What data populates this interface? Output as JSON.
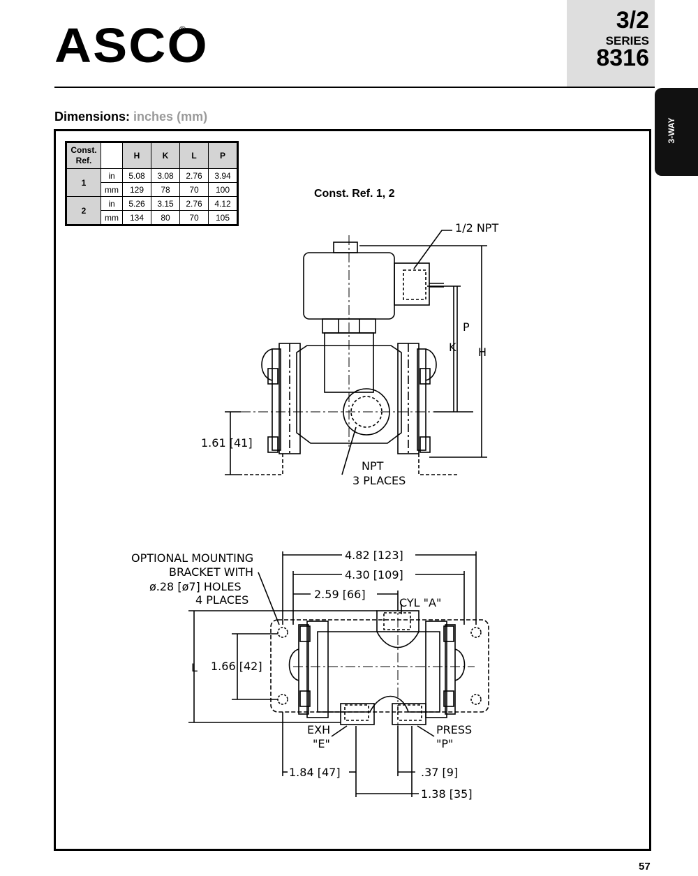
{
  "header": {
    "brand": "ASCO",
    "registered": "®",
    "code": "3/2",
    "series_label": "SERIES",
    "series_number": "8316",
    "side_tab": "3-WAY"
  },
  "section": {
    "title": "Dimensions:",
    "units": "inches (mm)"
  },
  "table": {
    "ref_header_line1": "Const.",
    "ref_header_line2": "Ref.",
    "columns": [
      "H",
      "K",
      "L",
      "P"
    ],
    "rows": [
      {
        "ref": "1",
        "in": [
          "5.08",
          "3.08",
          "2.76",
          "3.94"
        ],
        "mm": [
          "129",
          "78",
          "70",
          "100"
        ]
      },
      {
        "ref": "2",
        "in": [
          "5.26",
          "3.15",
          "2.76",
          "4.12"
        ],
        "mm": [
          "134",
          "80",
          "70",
          "105"
        ]
      }
    ],
    "unit_in": "in",
    "unit_mm": "mm"
  },
  "drawing": {
    "title": "Const. Ref. 1, 2",
    "top_view": {
      "npt_half": "1/2 NPT",
      "label_p": "P",
      "label_k": "K",
      "label_h": "H",
      "dim_161": "1.61 [41]",
      "npt_line1": "NPT",
      "npt_line2": "3 PLACES"
    },
    "bottom_view": {
      "note_line1": "OPTIONAL MOUNTING",
      "note_line2": "BRACKET WITH",
      "note_line3": "ø.28 [ø7] HOLES",
      "note_line4": "4 PLACES",
      "dim_482": "4.82 [123]",
      "dim_430": "4.30 [109]",
      "dim_259": "2.59 [66]",
      "cyl": "CYL \"A\"",
      "label_l": "L",
      "dim_166": "1.66 [42]",
      "exh_line1": "EXH",
      "exh_line2": "\"E\"",
      "press_line1": "PRESS",
      "press_line2": "\"P\"",
      "dim_184": "1.84 [47]",
      "dim_037": ".37 [9]",
      "dim_138": "1.38 [35]"
    }
  },
  "footer": {
    "page_number": "57"
  }
}
